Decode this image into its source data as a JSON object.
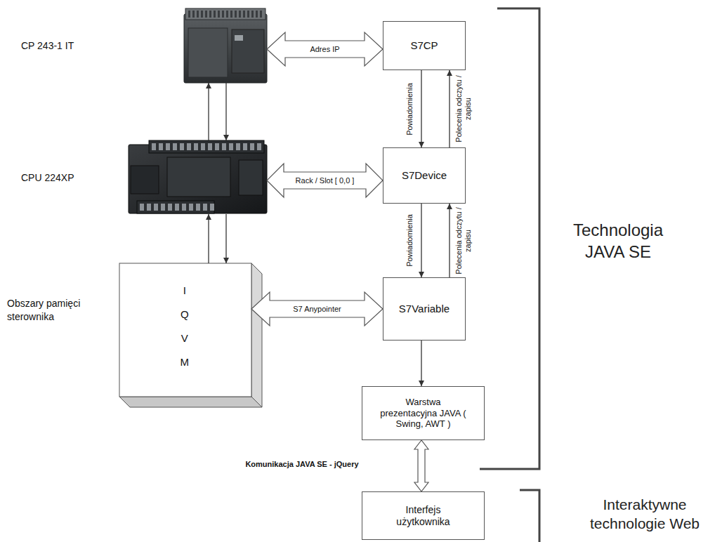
{
  "diagram": {
    "nodes": [
      {
        "text": [
          "CP 243-1 IT"
        ]
      },
      {
        "text": [
          "S7CP"
        ]
      },
      {
        "text": [
          "CPU 224XP"
        ]
      },
      {
        "text": [
          "S7Device"
        ]
      },
      {
        "text": [
          "Obszary pamięci sterownika",
          "I Q V M"
        ]
      },
      {
        "text": [
          "S7Variable"
        ]
      },
      {
        "text": [
          "Warstwa prezentacyjna JAVA ( Swing, AWT )"
        ]
      },
      {
        "text": [
          "Interfejs użytkownika"
        ]
      }
    ],
    "edges": [
      {
        "from": 0,
        "to": 1,
        "label": "Adres IP",
        "arrow": "both"
      },
      {
        "from": 2,
        "to": 0,
        "arrow": "to"
      },
      {
        "from": 0,
        "to": 2,
        "arrow": "to"
      },
      {
        "from": 2,
        "to": 3,
        "label": "Rack / Slot [ 0,0 ]",
        "arrow": "both"
      },
      {
        "from": 4,
        "to": 2,
        "arrow": "to"
      },
      {
        "from": 2,
        "to": 4,
        "arrow": "to"
      },
      {
        "from": 4,
        "to": 5,
        "label": "S7 Anypointer",
        "arrow": "both"
      },
      {
        "from": 1,
        "to": 3,
        "label": "Powiadomienia",
        "arrow": "to"
      },
      {
        "from": 3,
        "to": 1,
        "label": "Polecenia odczytu / zapisu",
        "arrow": "to"
      },
      {
        "from": 3,
        "to": 5,
        "label": "Powiadomienia",
        "arrow": "to"
      },
      {
        "from": 5,
        "to": 3,
        "label": "Polecenia odczytu / zapisu",
        "arrow": "to"
      },
      {
        "from": 5,
        "to": 6,
        "arrow": "to"
      },
      {
        "from": 6,
        "to": 7,
        "label": "Komunikacja JAVA SE - jQuery",
        "arrow": "both"
      }
    ],
    "labels": [
      "Technologia JAVA SE",
      "Interaktywne technologie Web"
    ]
  }
}
